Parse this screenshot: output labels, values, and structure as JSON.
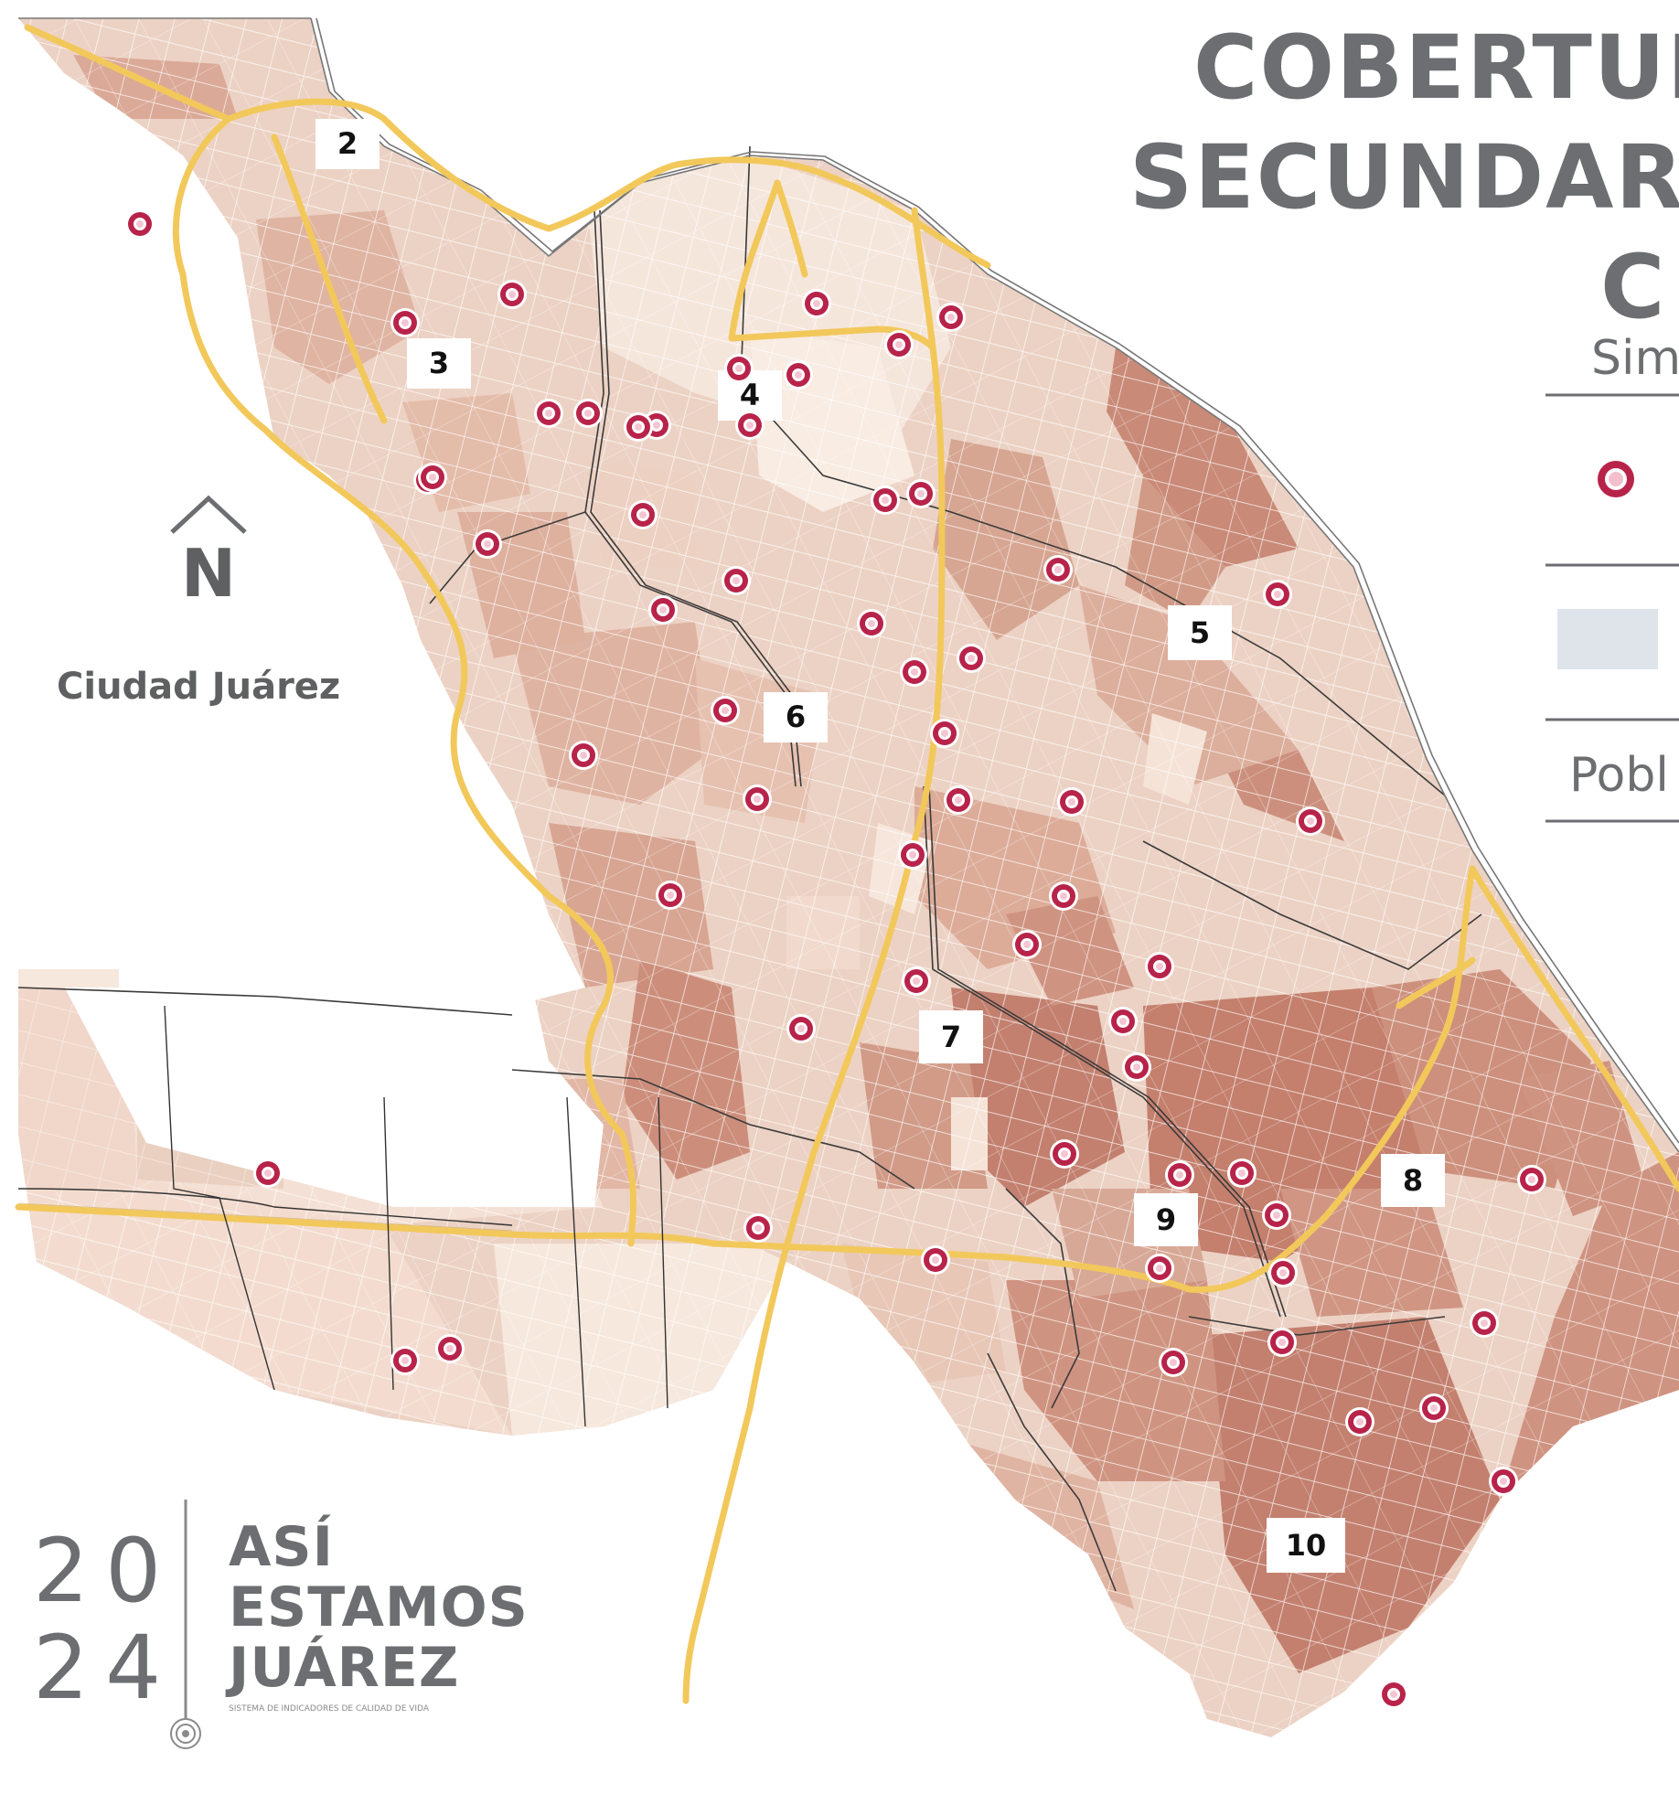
{
  "title": {
    "line1": "COBERTURA",
    "line2": "SECUNDARIA",
    "line3": "C"
  },
  "legend": {
    "heading": "Sim",
    "population_label": "Pobl",
    "marker_color": "#b8234a",
    "nodata_color": "#dfe3ea"
  },
  "city_label": "Ciudad Juárez",
  "north_label": "N",
  "brand": {
    "year_top": "20",
    "year_bottom": "24",
    "line1": "ASÍ",
    "line2": "ESTAMOS",
    "line3": "JUÁREZ",
    "tagline": "SISTEMA DE INDICADORES DE CALIDAD DE VIDA"
  },
  "district_labels": [
    "2",
    "3",
    "4",
    "5",
    "6",
    "7",
    "8",
    "9",
    "10"
  ],
  "colors": {
    "road": "#f2c85b",
    "marker_fill": "#b8234a",
    "choropleth": [
      "#f6e8dd",
      "#efd3c5",
      "#e6bfae",
      "#dba996",
      "#cf9381",
      "#c3806f"
    ]
  },
  "school_marker_count": 60
}
